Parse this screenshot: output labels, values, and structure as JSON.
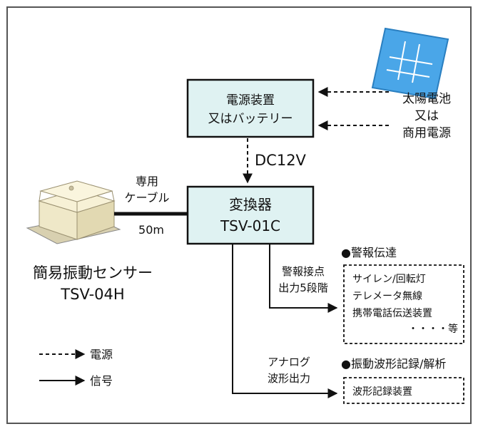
{
  "power_unit": {
    "line1": "電源装置",
    "line2": "又はバッテリー"
  },
  "solar": {
    "line1": "太陽電池",
    "line2": "又は",
    "line3": "商用電源"
  },
  "dc_label": "DC12V",
  "converter": {
    "line1": "変換器",
    "line2": "TSV-01C"
  },
  "cable": {
    "line1": "専用",
    "line2": "ケーブル",
    "length": "50m"
  },
  "sensor": {
    "line1": "簡易振動センサー",
    "line2": "TSV-04H"
  },
  "alarm": {
    "heading": "●警報伝達",
    "output_line1": "警報接点",
    "output_line2": "出力5段階",
    "items": [
      "サイレン/回転灯",
      "テレメータ無線",
      "携帯電話伝送装置",
      "・・・・等"
    ]
  },
  "waveform": {
    "heading": "●振動波形記録/解析",
    "output_line1": "アナログ",
    "output_line2": "波形出力",
    "item": "波形記録装置"
  },
  "legend": {
    "power": "電源",
    "signal": "信号"
  },
  "colors": {
    "box_fill": "#dff2f2",
    "panel_fill": "#4aa6e8",
    "frame": "#555555"
  }
}
